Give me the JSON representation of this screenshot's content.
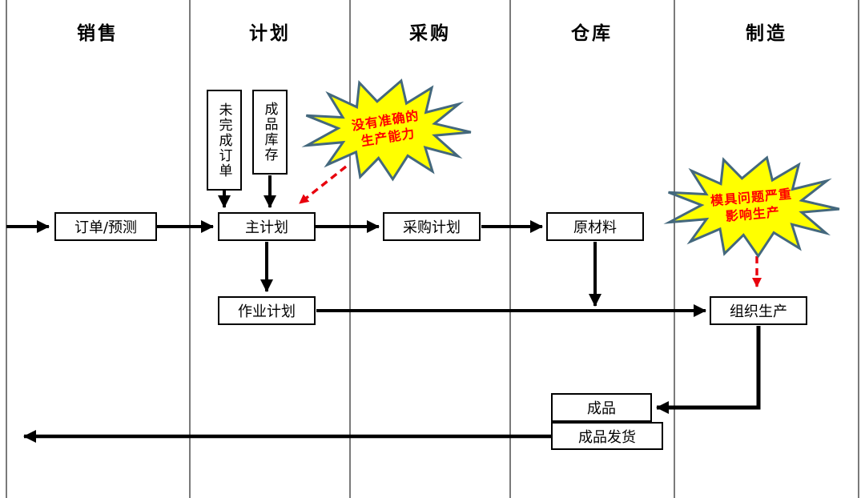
{
  "lanes": [
    {
      "id": "sales",
      "label": "销售"
    },
    {
      "id": "planning",
      "label": "计划"
    },
    {
      "id": "purchasing",
      "label": "采购"
    },
    {
      "id": "warehouse",
      "label": "仓库"
    },
    {
      "id": "manufacturing",
      "label": "制造"
    }
  ],
  "boxes": {
    "order_forecast": "订单/预测",
    "unfinished_orders": "未完成订单",
    "finished_goods_inventory": "成品库存",
    "master_plan": "主计划",
    "purchase_plan": "采购计划",
    "raw_materials": "原材料",
    "work_plan": "作业计划",
    "organize_production": "组织生产",
    "finished_goods": "成品",
    "finished_goods_shipment": "成品发货"
  },
  "callouts": {
    "capacity": {
      "line1": "没有准确的",
      "line2": "生产能力"
    },
    "mold": {
      "line1": "模具问题严重",
      "line2": "影响生产"
    }
  },
  "colors": {
    "starburst_fill": "#ffff00",
    "starburst_stroke": "#44687d",
    "callout_text": "#ff0000",
    "arrow": "#000000",
    "dashed_arrow": "#e8000d",
    "lane_line": "#595959"
  }
}
